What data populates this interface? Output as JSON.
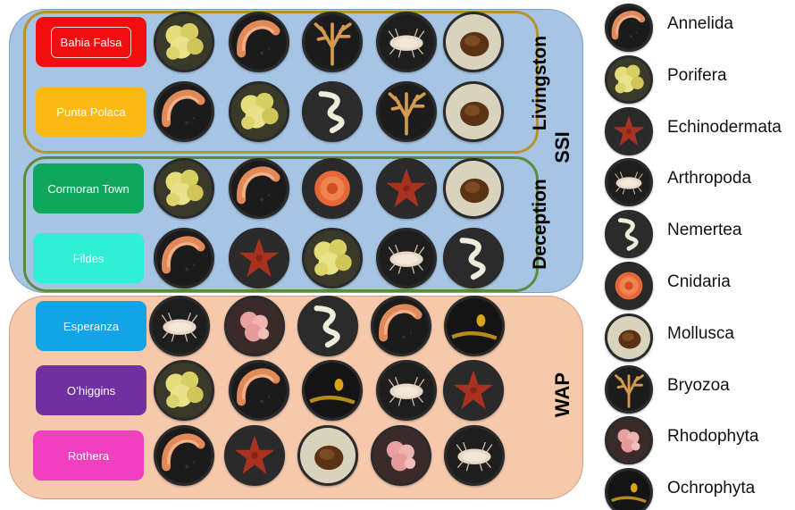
{
  "groups": {
    "ssi": "SSI",
    "wap": "WAP",
    "livingston": "Livingston",
    "deception": "Deception"
  },
  "sites": [
    {
      "name": "Bahia Falsa",
      "color": "#f20e0e",
      "taxa": [
        "porifera",
        "annelida",
        "bryozoa",
        "arthropoda",
        "mollusca"
      ]
    },
    {
      "name": "Punta Polaca",
      "color": "#fdb813",
      "taxa": [
        "annelida",
        "porifera",
        "nemertea",
        "bryozoa",
        "mollusca"
      ]
    },
    {
      "name": "Cormoran Town",
      "color": "#0fa85a",
      "taxa": [
        "porifera",
        "annelida",
        "cnidaria",
        "echinodermata",
        "mollusca"
      ]
    },
    {
      "name": "Fildes",
      "color": "#2ff0d6",
      "taxa": [
        "annelida",
        "echinodermata",
        "porifera",
        "arthropoda",
        "nemertea"
      ]
    },
    {
      "name": "Esperanza",
      "color": "#12a4e6",
      "taxa": [
        "arthropoda",
        "rhodophyta",
        "nemertea",
        "annelida",
        "ochrophyta"
      ]
    },
    {
      "name": "O’higgins",
      "color": "#7030a0",
      "taxa": [
        "porifera",
        "annelida",
        "ochrophyta",
        "arthropoda",
        "echinodermata"
      ]
    },
    {
      "name": "Rothera",
      "color": "#f23fc2",
      "taxa": [
        "annelida",
        "echinodermata",
        "mollusca",
        "rhodophyta",
        "arthropoda"
      ]
    }
  ],
  "legend": [
    {
      "key": "annelida",
      "label": "Annelida"
    },
    {
      "key": "porifera",
      "label": "Porifera"
    },
    {
      "key": "echinodermata",
      "label": "Echinodermata"
    },
    {
      "key": "arthropoda",
      "label": "Arthropoda"
    },
    {
      "key": "nemertea",
      "label": "Nemertea"
    },
    {
      "key": "cnidaria",
      "label": "Cnidaria"
    },
    {
      "key": "mollusca",
      "label": "Mollusca"
    },
    {
      "key": "bryozoa",
      "label": "Bryozoa"
    },
    {
      "key": "rhodophyta",
      "label": "Rhodophyta"
    },
    {
      "key": "ochrophyta",
      "label": "Ochrophyta"
    }
  ]
}
